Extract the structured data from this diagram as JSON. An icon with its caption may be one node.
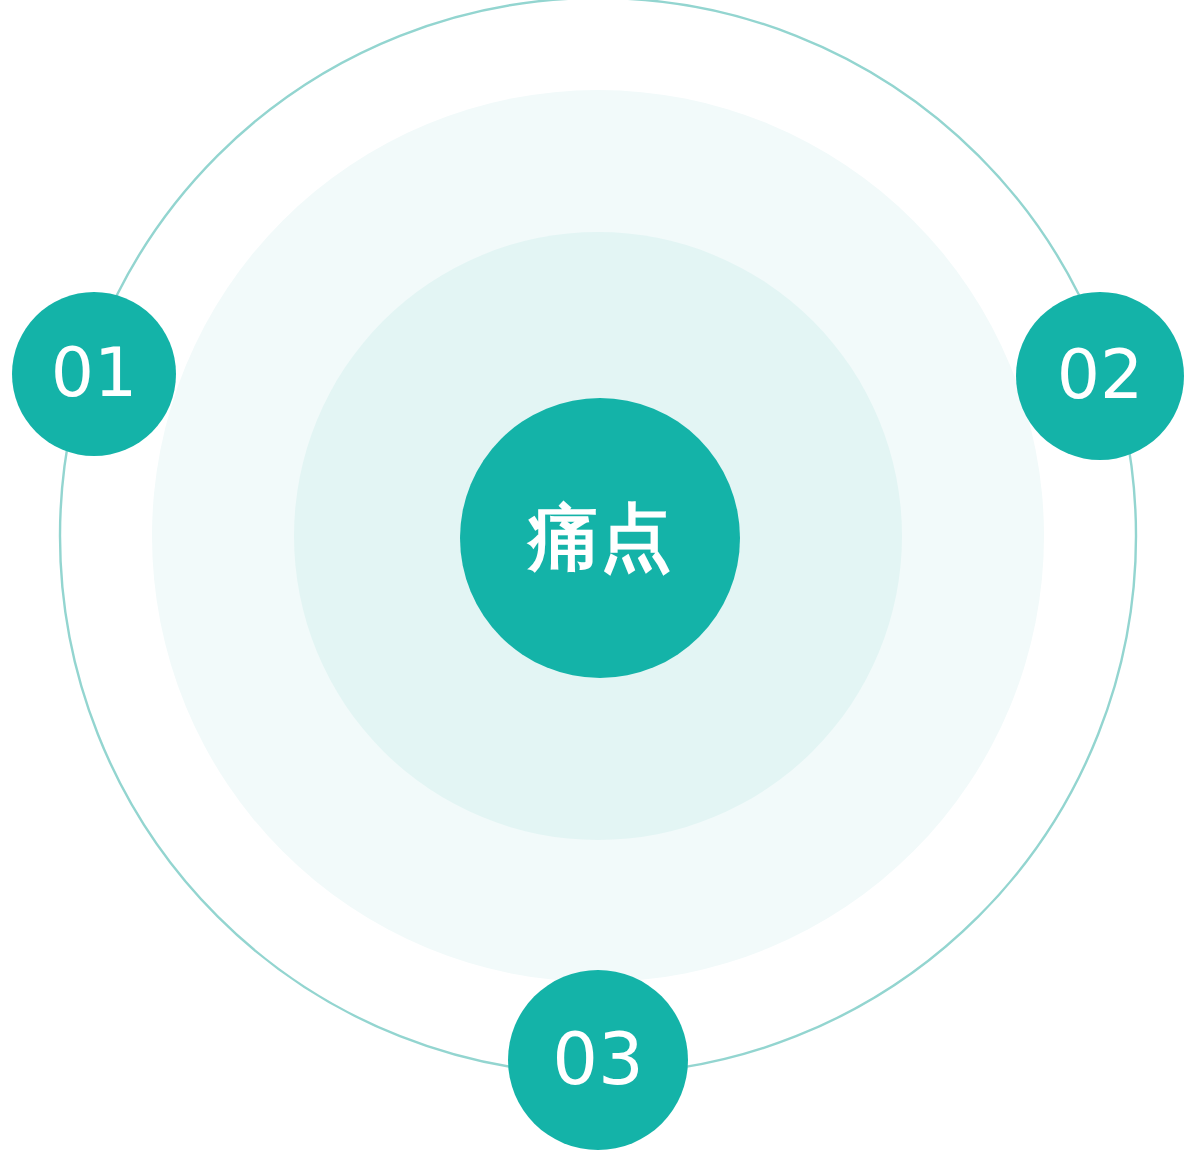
{
  "diagram": {
    "nodes": [
      {
        "text": [
          "痛点"
        ]
      },
      {
        "text": [
          "01"
        ]
      },
      {
        "text": [
          "02"
        ]
      },
      {
        "text": [
          "03"
        ]
      }
    ]
  }
}
